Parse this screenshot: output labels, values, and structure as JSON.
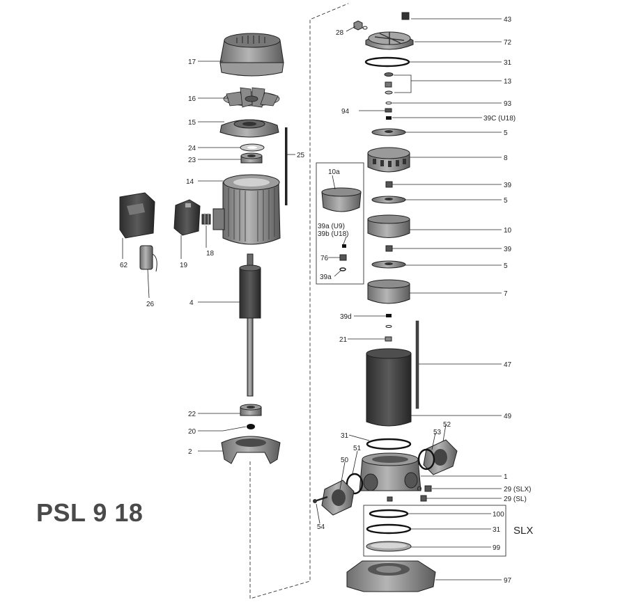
{
  "drawing": {
    "title": "PSL 9 18",
    "group_label_slx": "SLX",
    "callouts": {
      "c43": "43",
      "c28": "28",
      "c72": "72",
      "c31a": "31",
      "c13": "13",
      "c93": "93",
      "c94": "94",
      "c39c": "39C (U18)",
      "c5a": "5",
      "c8": "8",
      "c10a": "10a",
      "c39a1": "39",
      "c5b": "5",
      "c10": "10",
      "c39a_u9": "39a (U9)",
      "c39b_u18": "39b (U18)",
      "c39a2": "39",
      "c76": "76",
      "c5c": "5",
      "c39a": "39a",
      "c7": "7",
      "c39d": "39d",
      "c21": "21",
      "c47": "47",
      "c49": "49",
      "c31b": "31",
      "c53": "53",
      "c52": "52",
      "c51": "51",
      "c50": "50",
      "c1": "1",
      "c29slx": "29 (SLX)",
      "c29sl": "29 (SL)",
      "c54": "54",
      "c100": "100",
      "c31c": "31",
      "c99": "99",
      "c97": "97",
      "c17": "17",
      "c16": "16",
      "c15": "15",
      "c24": "24",
      "c25": "25",
      "c23": "23",
      "c14": "14",
      "c62": "62",
      "c19": "19",
      "c18": "18",
      "c26": "26",
      "c4": "4",
      "c22": "22",
      "c20": "20",
      "c2": "2"
    },
    "colors": {
      "metal_dark": "#5a5a5a",
      "metal_mid": "#8a8a8a",
      "metal_light": "#b8b8b8",
      "line": "#1f1f1f"
    }
  }
}
